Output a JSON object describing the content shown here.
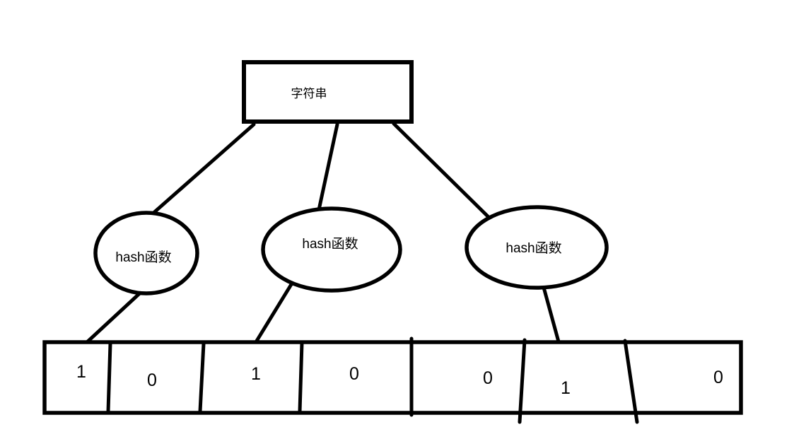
{
  "diagram": {
    "string_box": {
      "label": "字符串"
    },
    "hash_nodes": [
      {
        "label": "hash函数"
      },
      {
        "label": "hash函数"
      },
      {
        "label": "hash函数"
      }
    ],
    "bit_array": {
      "cells": [
        "1",
        "0",
        "1",
        "0",
        "0",
        "1",
        "0"
      ]
    },
    "colors": {
      "ink": "#000000",
      "background": "#ffffff"
    }
  }
}
